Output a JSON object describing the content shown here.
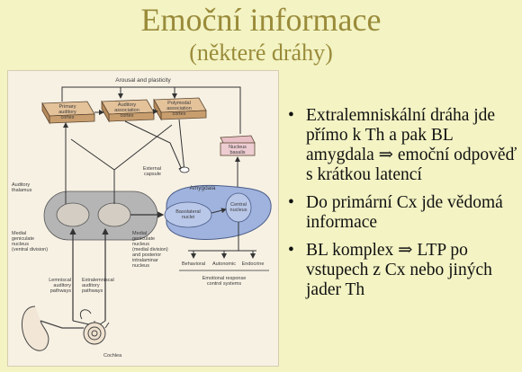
{
  "header": {
    "title": "Emoční informace",
    "subtitle": "(některé  dráhy)"
  },
  "bullets": [
    {
      "text": "Extralemniskální dráha jde přímo k Th a pak BL amygdala ⇒ emoční odpověď s krátkou latencí"
    },
    {
      "text": "Do primární Cx jde vědomá informace"
    },
    {
      "text": "BL komplex ⇒ LTP po vstupech z Cx nebo jiných jader Th"
    }
  ],
  "diagram": {
    "arousal_label": "Arousal and plasticity",
    "cortex": {
      "primary": [
        "Primary",
        "auditory",
        "cortex"
      ],
      "association": [
        "Auditory",
        "association",
        "cortex"
      ],
      "polymodal": [
        "Polymodal",
        "association",
        "cortex"
      ]
    },
    "nucleus_basalis": [
      "Nucleus",
      "basalis"
    ],
    "external_capsule": [
      "External",
      "capsule"
    ],
    "amygdala": "Amygdala",
    "basolateral": [
      "Basolateral",
      "nuclei"
    ],
    "central": [
      "Central",
      "nucleus"
    ],
    "auditory_thalamus": [
      "Auditory",
      "thalamus"
    ],
    "mgn_ventral": [
      "Medial",
      "geniculate",
      "nucleus",
      "(ventral division)"
    ],
    "mgn_medial": [
      "Medial",
      "geniculate",
      "nucleus",
      "(medial division)",
      "and posterior",
      "intralaminar",
      "nucleus"
    ],
    "responses": [
      "Behavioral",
      "Autonomic",
      "Endocrine"
    ],
    "response_systems": [
      "Emotional response",
      "control systems"
    ],
    "lemniscal": [
      "Lemniscal",
      "auditory",
      "pathways"
    ],
    "extralemniscal": [
      "Extralemniscal",
      "auditory",
      "pathways"
    ],
    "cochlea": "Cochlea"
  }
}
